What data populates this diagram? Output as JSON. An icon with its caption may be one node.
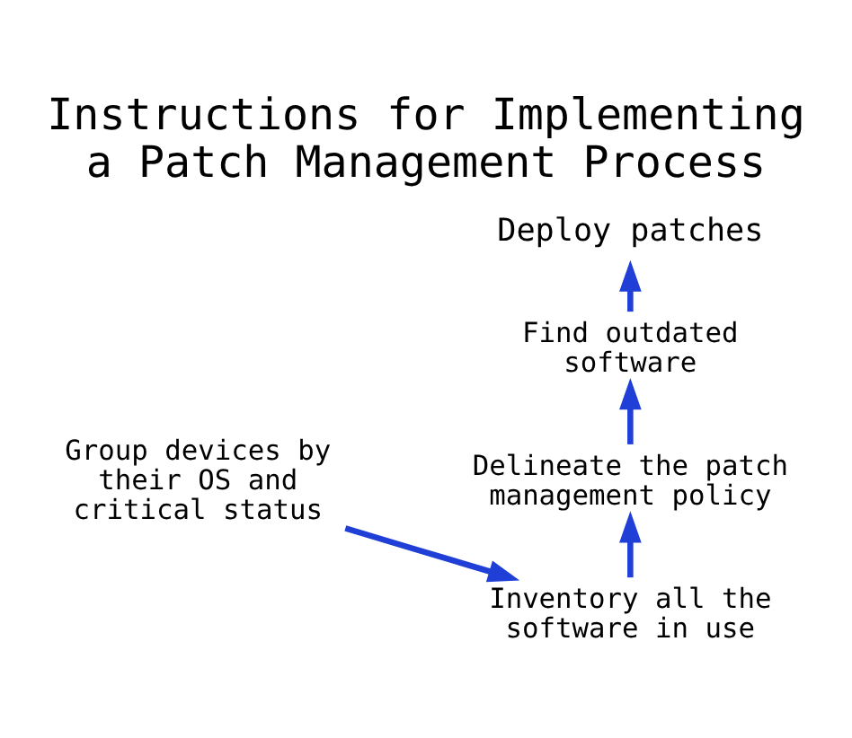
{
  "diagram": {
    "title": "Instructions for Implementing a Patch Management Process",
    "nodes": [
      {
        "text": [
          "Group devices by their OS and critical status"
        ]
      },
      {
        "text": [
          "Inventory all the software in use"
        ]
      },
      {
        "text": [
          "Delineate the patch management policy"
        ]
      },
      {
        "text": [
          "Find outdated software"
        ]
      },
      {
        "text": [
          "Deploy patches"
        ]
      }
    ],
    "edges": [
      {
        "from": 0,
        "to": 1,
        "arrow": "to"
      },
      {
        "from": 1,
        "to": 2,
        "arrow": "to"
      },
      {
        "from": 2,
        "to": 3,
        "arrow": "to"
      },
      {
        "from": 3,
        "to": 4,
        "arrow": "to"
      }
    ]
  }
}
